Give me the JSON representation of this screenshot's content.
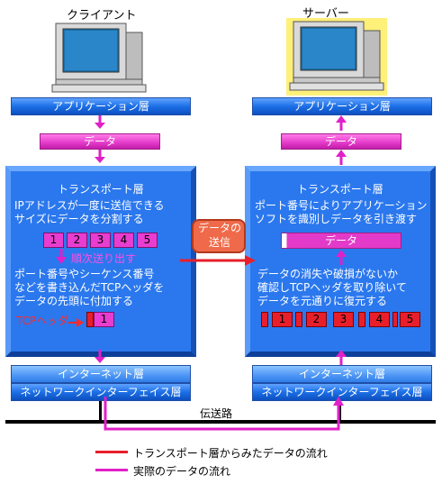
{
  "client": {
    "title": "クライアント",
    "application_layer": "アプリケーション層",
    "data_label": "データ",
    "transport_title": "トランスポート層",
    "transport_text1": "IPアドレスが一度に送信できる\nサイズにデータを分割する",
    "segments": [
      "1",
      "2",
      "3",
      "4",
      "5"
    ],
    "sequential_send": "順次送り出す",
    "transport_text2": "ポート番号やシーケンス番号\nなどを書き込んだTCPヘッダを\nデータの先頭に付加する",
    "tcp_header_label": "TCPヘッダ",
    "tcp_header_segment": "1",
    "internet_layer": "インターネット層",
    "network_interface_layer": "ネットワークインターフェイス層"
  },
  "server": {
    "title": "サーバー",
    "application_layer": "アプリケーション層",
    "data_label": "データ",
    "transport_title": "トランスポート層",
    "transport_text1": "ポート番号によりアプリケーション\nソフトを識別しデータを引き渡す",
    "data_bar_label": "データ",
    "transport_text2": "データの消失や破損がないか\n確認しTCPヘッダを取り除いて\nデータを元通りに復元する",
    "segments": [
      "1",
      "2",
      "3",
      "4",
      "5"
    ],
    "internet_layer": "インターネット層",
    "network_interface_layer": "ネットワークインターフェイス層"
  },
  "middle": {
    "send_label": "データの\n送信",
    "transmission_path": "伝送路"
  },
  "legend": {
    "items": [
      {
        "label": "トランスポート層からみたデータの流れ",
        "color": "#e81f2a"
      },
      {
        "label": "実際のデータの流れ",
        "color": "#e020c8"
      }
    ]
  },
  "colors": {
    "layer_blue": "#1c6fe6",
    "data_magenta": "#e33ac9",
    "flow_red": "#e81f2a",
    "server_highlight": "#fff07a"
  }
}
